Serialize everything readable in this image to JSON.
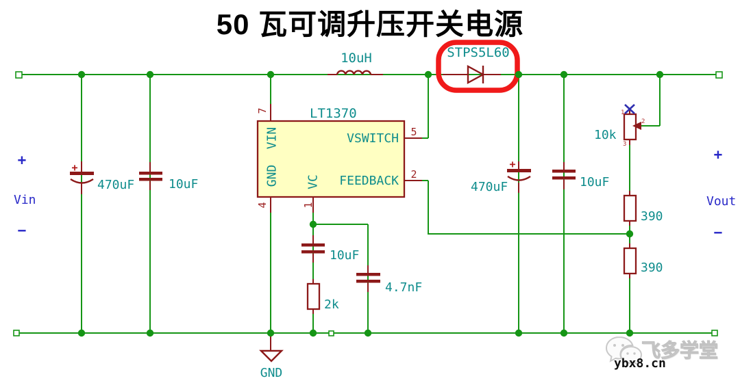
{
  "title": "50 瓦可调升压开关电源",
  "ic": {
    "name": "LT1370",
    "pins": {
      "vin": {
        "number": "7",
        "label": "VIN"
      },
      "gnd": {
        "number": "4",
        "label": "GND"
      },
      "vc": {
        "number": "1",
        "label": "VC"
      },
      "vswitch": {
        "number": "5",
        "label": "VSWITCH"
      },
      "feedback": {
        "number": "2",
        "label": "FEEDBACK"
      }
    }
  },
  "components": {
    "inductor": {
      "value": "10uH"
    },
    "diode": {
      "part": "STPS5L60"
    },
    "cap_in_bulk": {
      "value": "470uF",
      "plus": "+"
    },
    "cap_in_ceramic": {
      "value": "10uF"
    },
    "cap_vc": {
      "value": "10uF"
    },
    "cap_comp": {
      "value": "4.7nF"
    },
    "res_vc": {
      "value": "2k"
    },
    "pot": {
      "value": "10k",
      "pin1": "1",
      "pin2": "2",
      "pin3": "3"
    },
    "res_div_upper": {
      "value": "390"
    },
    "res_div_lower": {
      "value": "390"
    },
    "cap_out_bulk": {
      "value": "470uF",
      "plus": "+"
    },
    "cap_out_ceramic": {
      "value": "10uF"
    }
  },
  "ports": {
    "vin": {
      "label": "Vin",
      "plus": "+",
      "minus": "−"
    },
    "vout": {
      "label": "Vout",
      "plus": "+",
      "minus": "−"
    },
    "gnd": {
      "label": "GND"
    }
  },
  "watermark": {
    "brand": "飞多学堂",
    "site": "ybx8.cn"
  },
  "colors": {
    "wire": "#159515",
    "component": "#8c1919",
    "value_label": "#0e8c8c",
    "pin_number": "#9c1f1f",
    "port_label": "#2929c8",
    "ic_fill": "#ffffc2",
    "highlight": "#f01a1a"
  }
}
